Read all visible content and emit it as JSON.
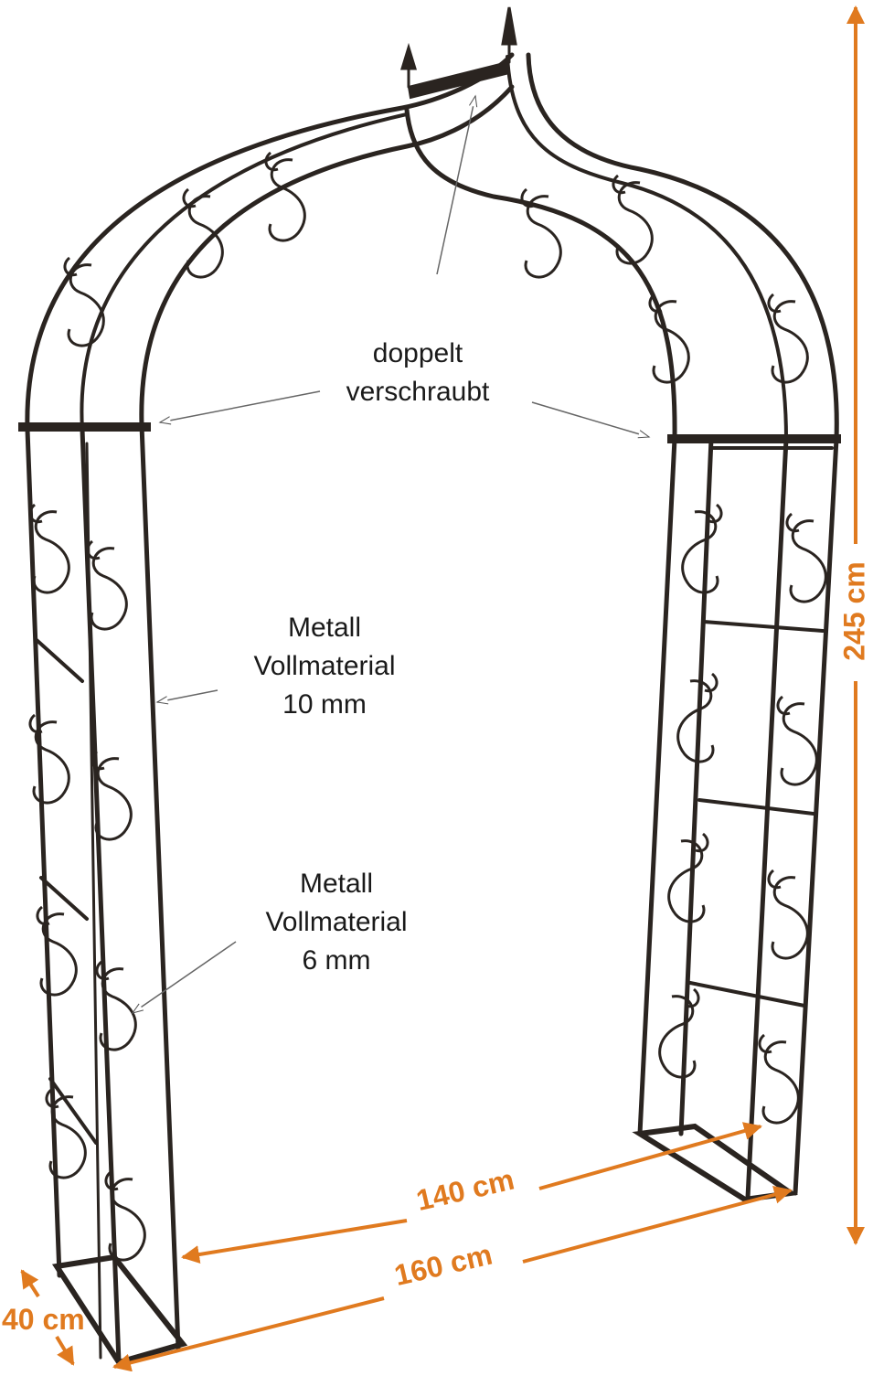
{
  "annotations": {
    "bolted": {
      "line1": "doppelt",
      "line2": "verschraubt"
    },
    "material_10": {
      "line1": "Metall",
      "line2": "Vollmaterial",
      "line3": "10 mm"
    },
    "material_6": {
      "line1": "Metall",
      "line2": "Vollmaterial",
      "line3": "6 mm"
    }
  },
  "dimensions": {
    "height": "245 cm",
    "inner_width": "140 cm",
    "outer_width": "160 cm",
    "depth": "40 cm"
  },
  "colors": {
    "dimension": "#e07a1f",
    "metal": "#2a2420",
    "text": "#1a1a1a"
  }
}
